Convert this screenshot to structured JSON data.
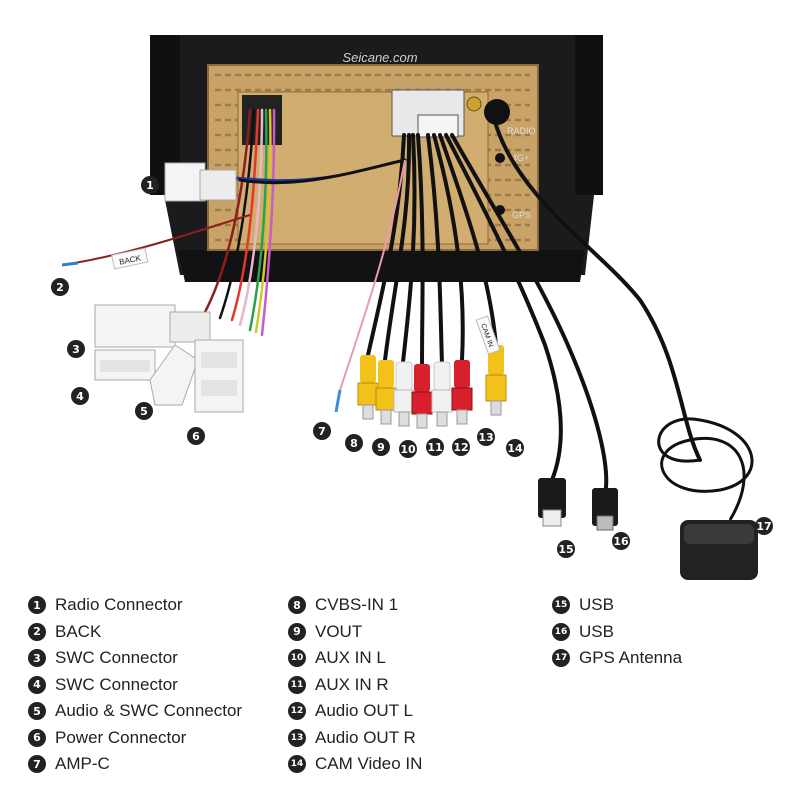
{
  "brand_watermark": "Seicane.com",
  "unit_side_labels": {
    "radio": "RADIO",
    "fourg": "4G+",
    "gps": "GPS"
  },
  "back_tag": "BACK",
  "cam_tag": "CAM IN",
  "callouts": [
    "1",
    "2",
    "3",
    "4",
    "5",
    "6",
    "7",
    "8",
    "9",
    "10",
    "11",
    "12",
    "13",
    "14",
    "15",
    "16",
    "17"
  ],
  "legend": {
    "col1": [
      {
        "num": "1",
        "label": "Radio Connector"
      },
      {
        "num": "2",
        "label": "BACK"
      },
      {
        "num": "3",
        "label": "SWC Connector"
      },
      {
        "num": "4",
        "label": "SWC Connector"
      },
      {
        "num": "5",
        "label": "Audio & SWC Connector"
      },
      {
        "num": "6",
        "label": "Power Connector"
      },
      {
        "num": "7",
        "label": "AMP-C"
      }
    ],
    "col2": [
      {
        "num": "8",
        "label": "CVBS-IN 1"
      },
      {
        "num": "9",
        "label": "VOUT"
      },
      {
        "num": "10",
        "label": "AUX IN L"
      },
      {
        "num": "11",
        "label": "AUX IN R"
      },
      {
        "num": "12",
        "label": "Audio OUT L"
      },
      {
        "num": "13",
        "label": "Audio OUT R"
      },
      {
        "num": "14",
        "label": "CAM Video IN"
      }
    ],
    "col3": [
      {
        "num": "15",
        "label": "USB"
      },
      {
        "num": "16",
        "label": "USB"
      },
      {
        "num": "17",
        "label": "GPS Antenna"
      }
    ]
  },
  "colors": {
    "panel": "#1b1b1e",
    "metal": "#c8a266",
    "rca_yellow": "#f2c21a",
    "rca_red": "#d8202c",
    "rca_white": "#f1f1f1"
  }
}
